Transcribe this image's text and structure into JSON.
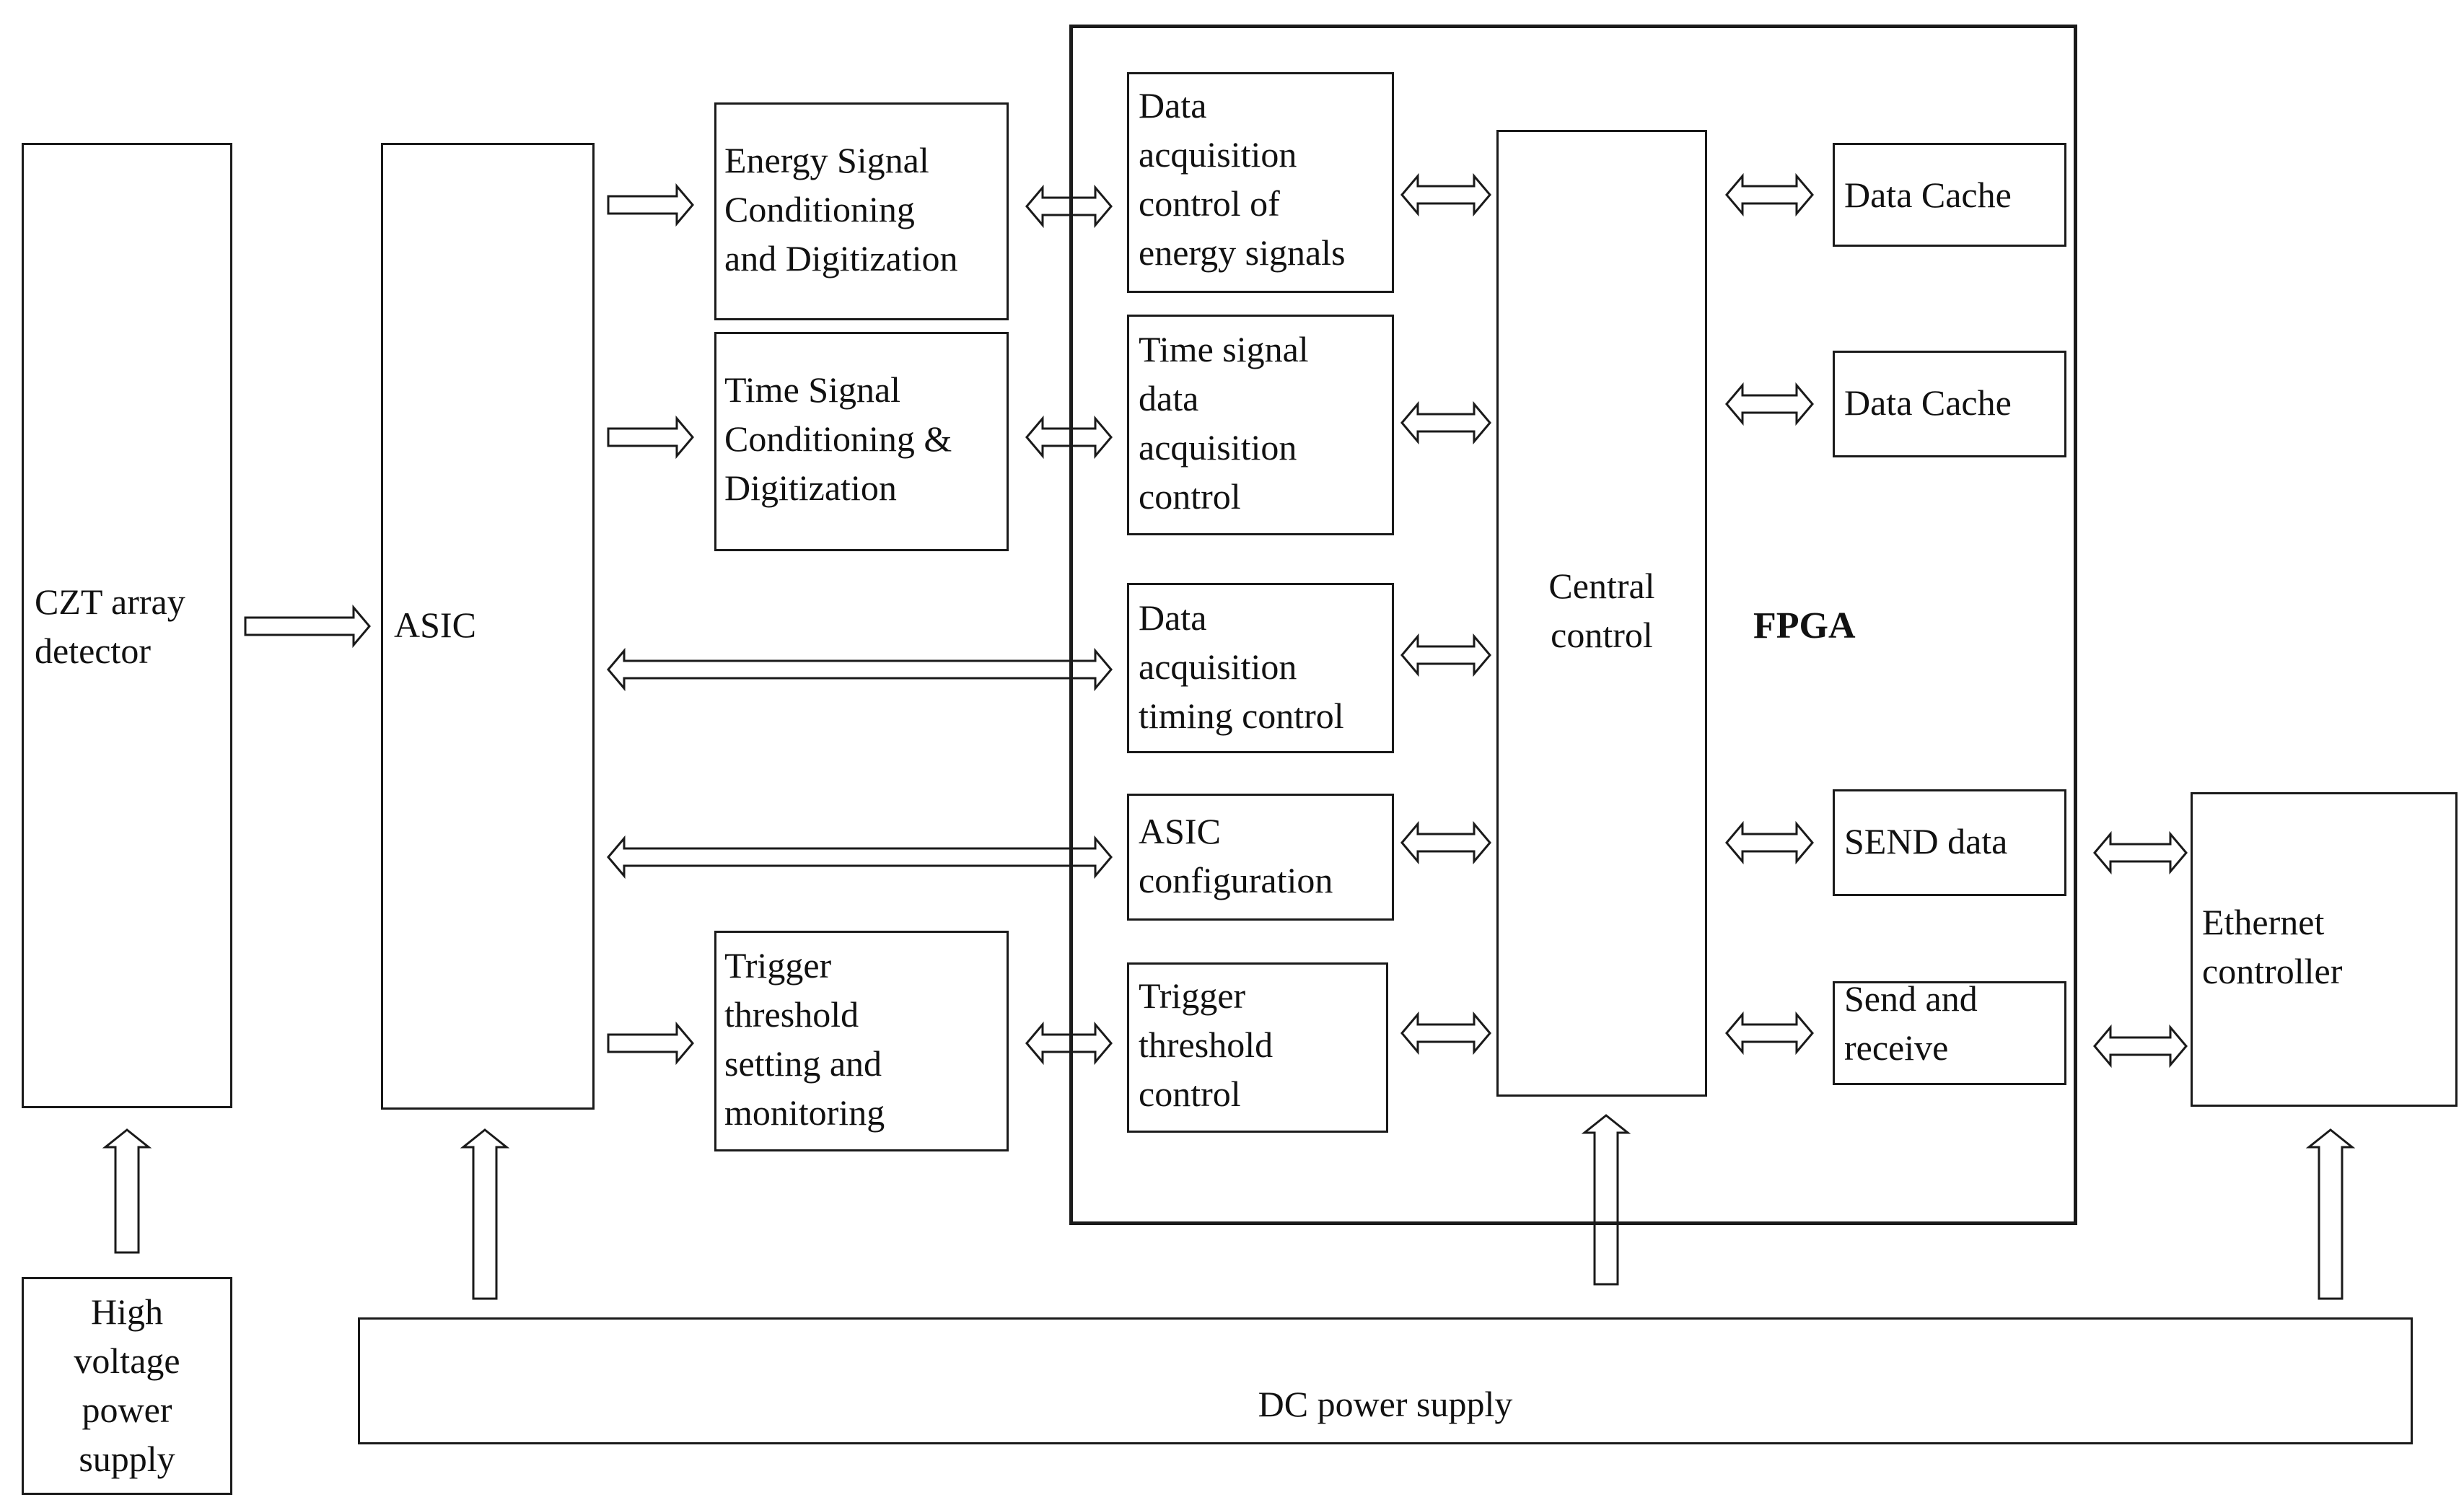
{
  "blocks": {
    "czt": "CZT array\ndetector",
    "hv": "High\nvoltage\npower\nsupply",
    "asic": "ASIC",
    "energy_cond": "Energy Signal\nConditioning\nand Digitization",
    "time_cond": "Time Signal\nConditioning &\nDigitization",
    "trigger_set": "Trigger\nthreshold\nsetting and\nmonitoring",
    "fpga": "FPGA",
    "daq_energy": "Data\nacquisition\ncontrol of\nenergy signals",
    "time_daq": "Time signal\ndata\nacquisition\ncontrol",
    "daq_timing": "Data\nacquisition\ntiming control",
    "asic_cfg": "ASIC\nconfiguration",
    "trigger_ctrl": "Trigger\nthreshold\ncontrol",
    "central": "Central\ncontrol",
    "cache1": "Data Cache",
    "cache2": "Data Cache",
    "send": "SEND data",
    "sendrecv": "Send and\nreceive",
    "ethernet": "Ethernet\ncontroller",
    "dc": "DC power supply"
  },
  "colors": {
    "line": "#1a1a1a",
    "background": "#ffffff"
  }
}
